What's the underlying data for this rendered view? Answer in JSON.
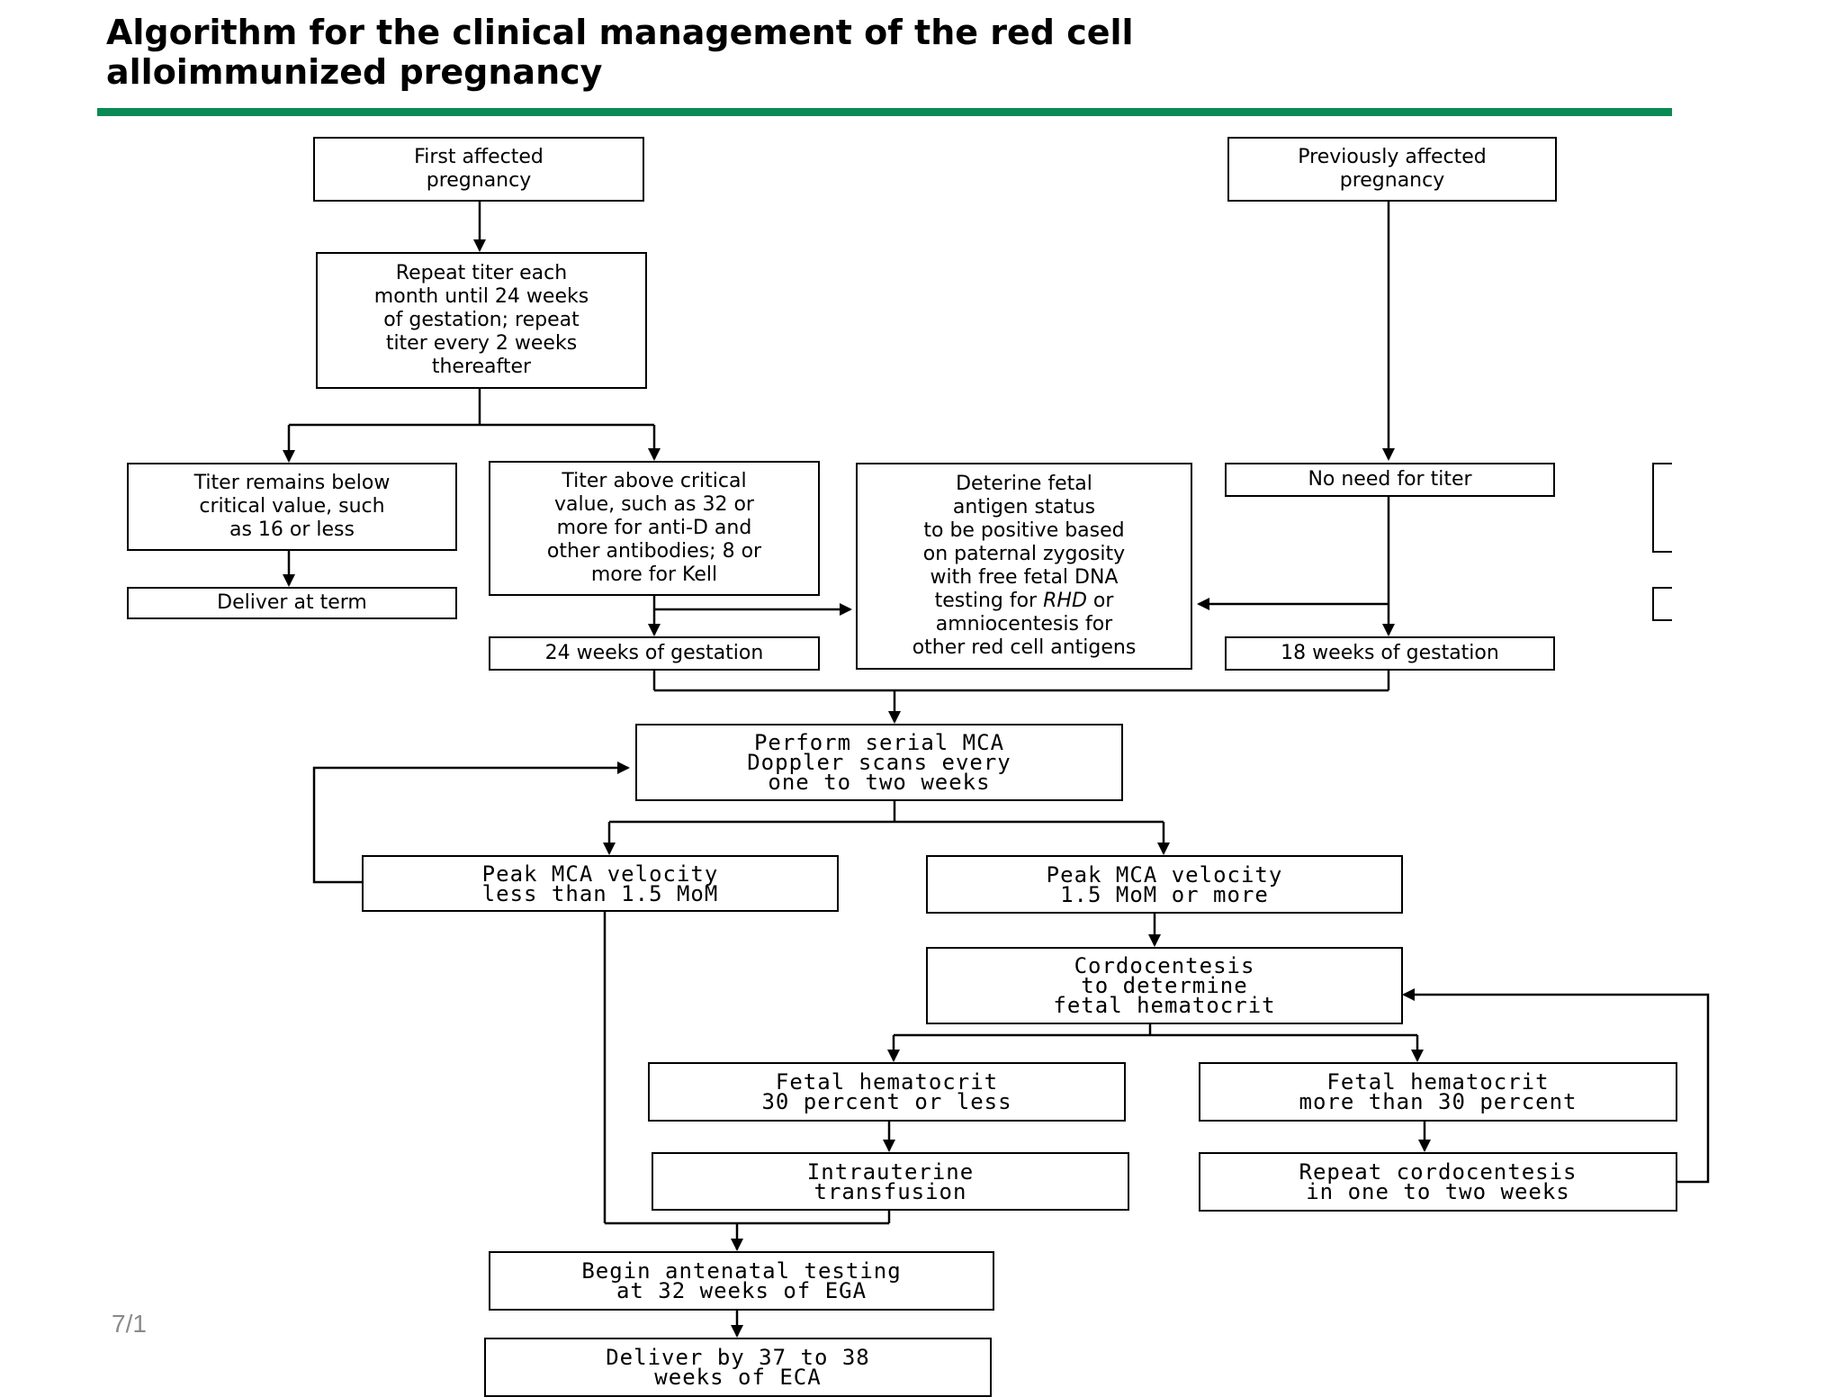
{
  "title": {
    "line1": "Algorithm for the clinical management of the red cell",
    "line2": "alloimmunized pregnancy"
  },
  "accent_color": "#0a8a55",
  "boxes": {
    "first_affected": "First affected\npregnancy",
    "previously_affected": "Previously affected\npregnancy",
    "repeat_titer": "Repeat titer each\nmonth until 24 weeks\nof gestation; repeat\ntiter every 2 weeks\nthereafter",
    "titer_below": "Titer remains below\ncritical value, such\nas 16 or less",
    "deliver_term": "Deliver at term",
    "titer_above": "Titer above critical\nvalue, such as 32 or\nmore for anti-D and\nother antibodies; 8 or\nmore for Kell",
    "determine_antigen_part1": "Deterine fetal\nantigen status\nto be positive based\non paternal zygosity\nwith free fetal DNA\ntesting for ",
    "determine_antigen_rhd": "RHD",
    "determine_antigen_part2": " or\namniocentesis for\nother red cell antigens",
    "no_need_titer": "No need for titer",
    "weeks_24": "24 weeks of gestation",
    "weeks_18": "18 weeks of gestation",
    "serial_mca": "Perform serial MCA\nDoppler scans every\none to two weeks",
    "peak_less": "Peak MCA velocity\nless than 1.5 MoM",
    "peak_more": "Peak MCA velocity\n1.5 MoM or more",
    "cordocentesis": "Cordocentesis\nto determine\nfetal hematocrit",
    "hct_30_less": "Fetal hematocrit\n30 percent or less",
    "hct_more_30": "Fetal hematocrit\nmore than 30 percent",
    "intrauterine": "Intrauterine\ntransfusion",
    "repeat_cordo": "Repeat cordocentesis\nin one to two weeks",
    "begin_antenatal": "Begin antenatal testing\nat 32 weeks of EGA",
    "deliver_37": "Deliver by 37 to 38\nweeks of ECA"
  },
  "slide_number": "7/1"
}
